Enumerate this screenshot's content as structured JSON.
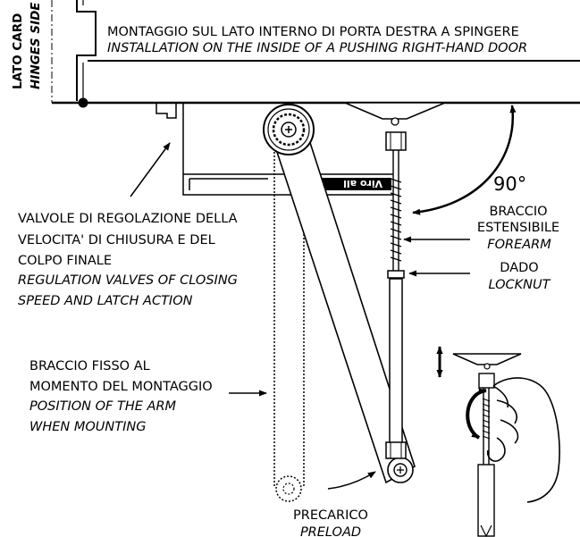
{
  "side_label": {
    "it": "LATO CARD",
    "en": "HINGES SIDE"
  },
  "title": {
    "it": "MONTAGGIO SUL LATO INTERNO DI PORTA DESTRA A SPINGERE",
    "en": "INSTALLATION ON THE INSIDE OF A PUSHING RIGHT-HAND DOOR"
  },
  "angle_label": "90°",
  "body_brand": "Viro all",
  "regulation_valves": {
    "it_lines": [
      "VALVOLE DI REGOLAZIONE DELLA",
      "VELOCITA' DI  CHIUSURA E DEL",
      "COLPO FINALE"
    ],
    "en_lines": [
      "REGULATION VALVES OF CLOSING",
      "SPEED AND LATCH ACTION"
    ]
  },
  "forearm": {
    "it_lines": [
      "BRACCIO",
      "ESTENSIBILE"
    ],
    "en": "FOREARM"
  },
  "locknut": {
    "it": "DADO",
    "en": "LOCKNUT"
  },
  "arm_mounting": {
    "it_lines": [
      "BRACCIO FISSO AL",
      "MOMENTO DEL MONTAGGIO"
    ],
    "en_lines": [
      "POSITION OF THE ARM",
      "WHEN MOUNTING"
    ]
  },
  "preload": {
    "it": "PRECARICO",
    "en": "PRELOAD"
  }
}
